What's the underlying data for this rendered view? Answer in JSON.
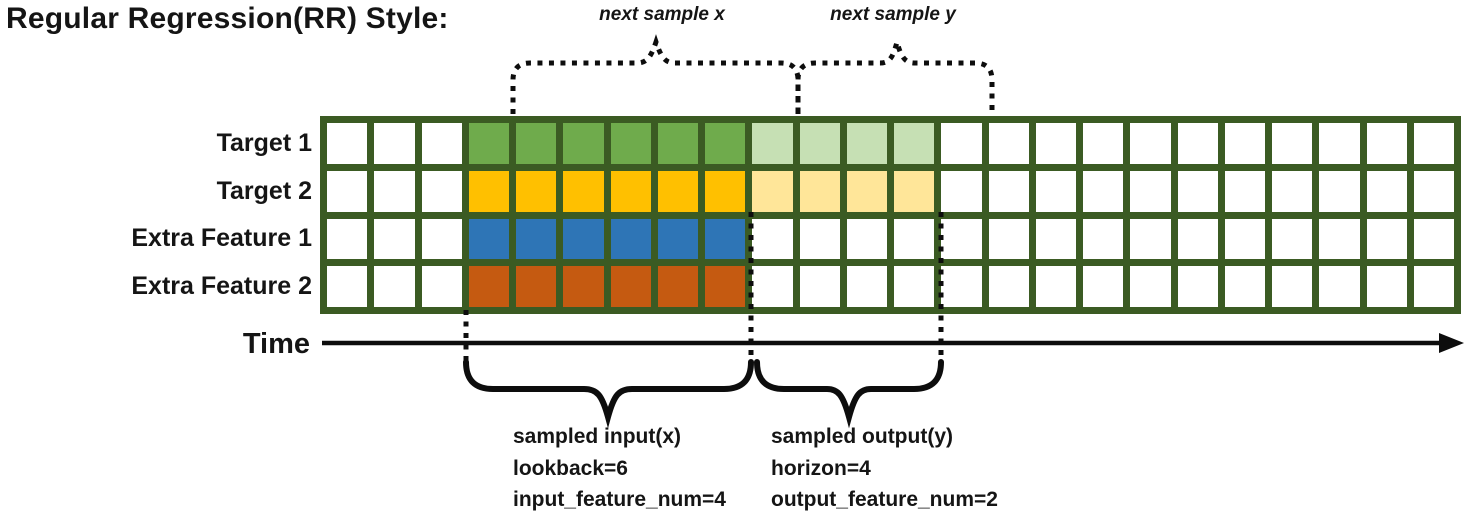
{
  "title": "Regular Regression(RR) Style:",
  "top_braces": {
    "next_sample_x_label": "next sample x",
    "next_sample_y_label": "next sample y"
  },
  "time_axis": {
    "label": "Time"
  },
  "grid": {
    "columns": 24,
    "input_start_col": 3,
    "input_num_cols": 6,
    "output_start_col": 9,
    "output_num_cols": 4,
    "rows": [
      {
        "label": "Target 1",
        "input_color": "green",
        "output_color": "light_green"
      },
      {
        "label": "Target 2",
        "input_color": "gold",
        "output_color": "light_gold"
      },
      {
        "label": "Extra Feature 1",
        "input_color": "blue",
        "output_color": null
      },
      {
        "label": "Extra Feature 2",
        "input_color": "orange",
        "output_color": null
      }
    ]
  },
  "colors": {
    "grid_border": "#3B5B23",
    "green": "#6FAB4C",
    "light_green": "#C6E0B4",
    "gold": "#FFC000",
    "light_gold": "#FFE699",
    "blue": "#2E75B6",
    "orange": "#C55A11",
    "cell_empty": "#FFFFFF",
    "line_color": "#0D0D0D"
  },
  "input_annotation": {
    "lines": [
      "sampled input(x)",
      "lookback=6",
      "input_feature_num=4"
    ]
  },
  "output_annotation": {
    "lines": [
      "sampled output(y)",
      "horizon=4",
      "output_feature_num=2"
    ]
  }
}
